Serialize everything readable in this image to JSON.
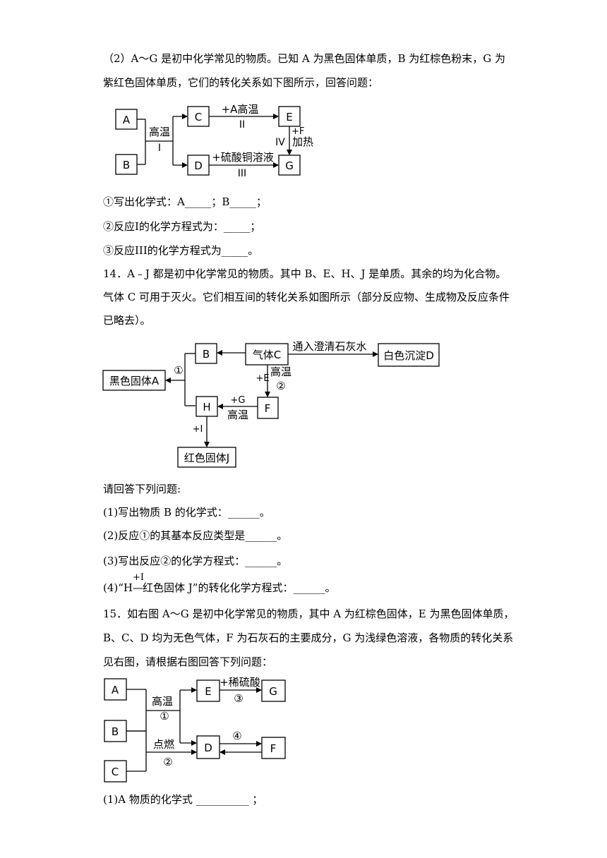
{
  "q13": {
    "intro_line1": "（2）A～G 是初中化学常见的物质。已知 A 为黑色固体单质，B 为红棕色粉末，G 为",
    "intro_line2": "紫红色固体单质，它们的转化关系如下图所示，回答问题：",
    "diagram": {
      "A": "A",
      "B": "B",
      "C": "C",
      "D": "D",
      "E": "E",
      "G": "G",
      "cond_I_top": "高温",
      "cond_I_bottom": "I",
      "cond_II_top": "+A高温",
      "cond_II_bottom": "II",
      "cond_III_top": "+硫酸铜溶液",
      "cond_III_bottom": "III",
      "cond_IV_roman": "IV",
      "cond_IV_f": "+F",
      "cond_IV_heat": "加热"
    },
    "sub1": "①写出化学式：A_____；B_____；",
    "sub2": "②反应I的化学方程式为：_____；",
    "sub3": "③反应III的化学方程式为_____。"
  },
  "q14": {
    "intro_line1": "14．A﹣J 都是初中化学常见的物质。其中 B、E、H、J 是单质。其余的均为化合物。",
    "intro_line2": "气体 C 可用于灭火。它们相互间的转化关系如图所示（部分反应物、生成物及反应条件",
    "intro_line3": "已略去）。",
    "diagram": {
      "B": "B",
      "C": "气体C",
      "D": "白色沉淀D",
      "A": "黑色固体A",
      "H": "H",
      "F": "F",
      "J": "红色固体J",
      "c_to_d": "通入澄清石灰水",
      "r1": "①",
      "r2": "②",
      "c_to_f_e": "+E",
      "c_to_f_cond": "高温",
      "f_to_h_g": "+G",
      "f_to_h_cond": "高温",
      "h_to_j": "+I"
    },
    "prompt": "请回答下列问题:",
    "sub1": "(1)写出物质 B 的化学式：______。",
    "sub2": "(2)反应①的其基本反应类型是______。",
    "sub3": "(3)写出反应②的化学方程式：______。",
    "sub4_pre": "(4)“H",
    "sub4_sup": "+I",
    "sub4_post": "红色固体 J”的转化化学方程式：______。"
  },
  "q15": {
    "intro_line1": "15．如右图 A～G 是初中化学常见的物质，其中 A 为红棕色固体，E 为黑色固体单质，",
    "intro_line2": "B、C、D 均为无色气体，F 为石灰石的主要成分，G 为浅绿色溶液，各物质的转化关系",
    "intro_line3": "见右图，请根据右图回答下列问题：",
    "diagram": {
      "A": "A",
      "B": "B",
      "C": "C",
      "D": "D",
      "E": "E",
      "F": "F",
      "G": "G",
      "c1_top": "高温",
      "c1_num": "①",
      "c2_top": "点燃",
      "c2_num": "②",
      "c3_top": "+稀硫酸",
      "c3_num": "③",
      "c4_num": "④"
    },
    "sub1": "(1)A 物质的化学式 __________ ；"
  }
}
